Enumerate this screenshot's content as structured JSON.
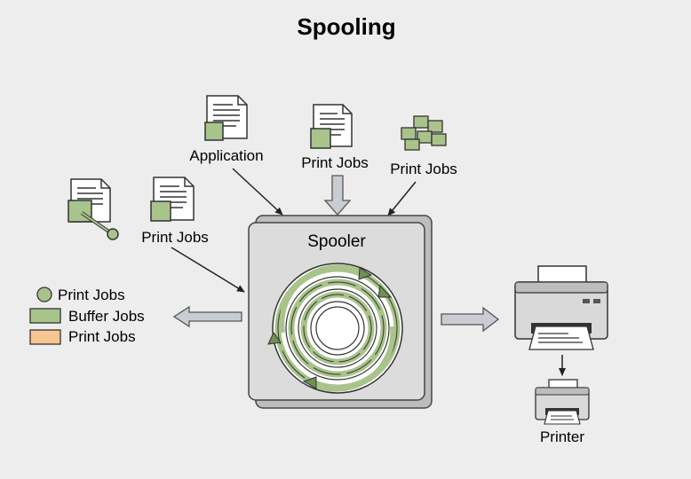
{
  "title": "Spooling",
  "sources": {
    "application_label": "Application",
    "print_jobs_top_label": "Print Jobs",
    "print_jobs_right_label": "Print Jobs",
    "print_jobs_left_label": "Print Jobs"
  },
  "spooler": {
    "label": "Spooler"
  },
  "legend": {
    "items": [
      {
        "label": "Print Jobs",
        "shape": "circle",
        "color": "#a9c48b"
      },
      {
        "label": "Buffer Jobs",
        "shape": "rect",
        "color": "#a9c48b"
      },
      {
        "label": "Print Jobs",
        "shape": "rect",
        "color": "#f5c690"
      }
    ]
  },
  "output": {
    "printer_label": "Printer"
  },
  "colors": {
    "background": "#ededed",
    "green": "#a9c48b",
    "green_dark": "#6f8f55",
    "orange": "#f5c690",
    "box": "#d9d9d9",
    "arrow_gray": "#c9ccd0"
  },
  "icons": [
    "document-icon",
    "green-square-icon",
    "key-icon",
    "puzzle-blocks-icon",
    "printer-icon"
  ]
}
